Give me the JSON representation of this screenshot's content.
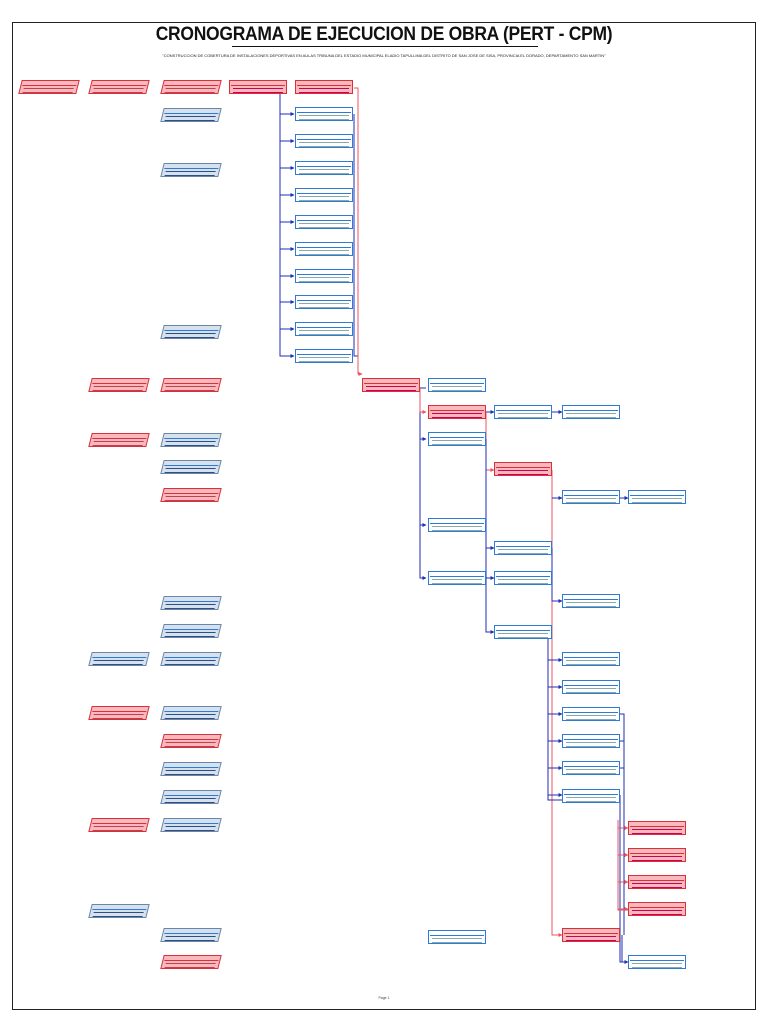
{
  "title": "CRONOGRAMA DE EJECUCION DE OBRA (PERT - CPM)",
  "subtitle": "\"CONSTRUCCION DE COBERTURA DE INSTALACIONES DEPORTIVAS EN AULAS TRIBUNA DEL ESTADIO MUNICIPAL ELADIO TAPULLIMA DEL DISTRITO DE SAN JOSE DE SISA, PROVINCIA EL DORADO, DEPARTAMENTO SAN MARTIN\"",
  "page_label": "Page 1",
  "colors": {
    "critical": "#f7b9be",
    "critical_border": "#d9303a",
    "normal_border": "#2e7bd6",
    "summary": "#d6e1ee",
    "link_normal": "#1f2fb5",
    "link_critical": "#e8545e"
  },
  "summary_nodes": [
    {
      "kind": "summary-critical"
    },
    {
      "kind": "summary-critical"
    },
    {
      "kind": "summary-critical"
    },
    {
      "kind": "summary"
    },
    {
      "kind": "summary"
    },
    {
      "kind": "summary-critical"
    },
    {
      "kind": "summary-critical"
    },
    {
      "kind": "summary-critical"
    },
    {
      "kind": "summary"
    },
    {
      "kind": "summary"
    },
    {
      "kind": "summary-critical"
    },
    {
      "kind": "summary"
    },
    {
      "kind": "summary"
    },
    {
      "kind": "summary"
    },
    {
      "kind": "summary"
    },
    {
      "kind": "summary"
    },
    {
      "kind": "summary-critical"
    },
    {
      "kind": "summary"
    },
    {
      "kind": "summary-critical"
    },
    {
      "kind": "summary"
    },
    {
      "kind": "summary"
    },
    {
      "kind": "summary"
    },
    {
      "kind": "summary"
    },
    {
      "kind": "summary-critical"
    },
    {
      "kind": "summary-critical"
    },
    {
      "kind": "summary"
    }
  ],
  "task_nodes_count": 40
}
